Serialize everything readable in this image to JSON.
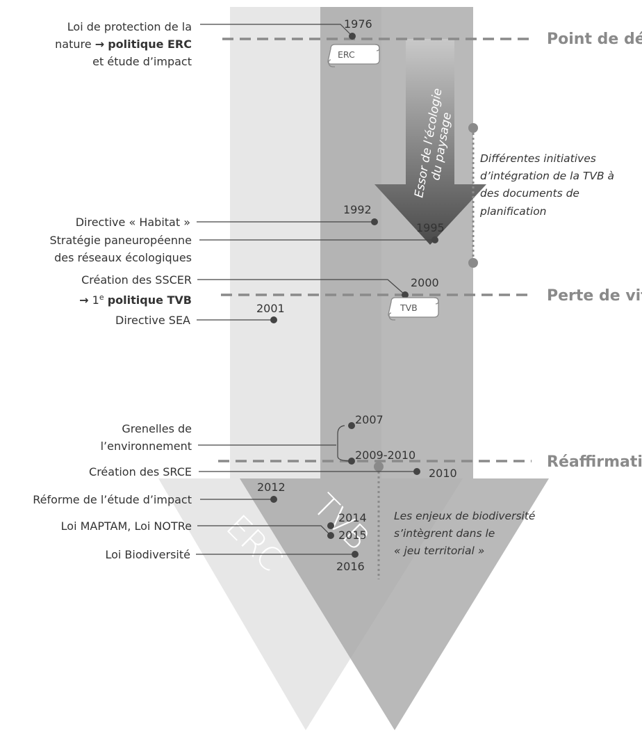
{
  "phases": {
    "start": "Point de départ",
    "slowdown": "Perte de vitesse",
    "reaffirm": "Réaffirmation"
  },
  "arrows": {
    "erc": "ERC",
    "tvb": "TVB",
    "essor_line1": "Essor de l’écologie",
    "essor_line2": "du paysage"
  },
  "tags": {
    "erc": "ERC",
    "tvb": "TVB"
  },
  "events": {
    "loi1976_l1": "Loi de protection de la",
    "loi1976_l2a": "nature",
    "loi1976_arrow": "→",
    "loi1976_l2b": "politique ERC",
    "loi1976_l3": "et étude d’impact",
    "habitat": "Directive « Habitat »",
    "strat_l1": "Stratégie paneuropéenne",
    "strat_l2": "des réseaux écologiques",
    "sscer_l1": "Création des SSCER",
    "sscer_arrow": "→",
    "sscer_num": "1",
    "sscer_sup": "e",
    "sscer_bold": "politique TVB",
    "sea": "Directive SEA",
    "grenelle_l1": "Grenelles de",
    "grenelle_l2": "l’environnement",
    "srce": "Création des SRCE",
    "reforme": "Réforme de l’étude  d’impact",
    "maptam": "Loi MAPTAM, Loi NOTRe",
    "biodiv": "Loi Biodiversité"
  },
  "years": {
    "y1976": "1976",
    "y1992": "1992",
    "y1995": "1995",
    "y2000": "2000",
    "y2001": "2001",
    "y2007": "2007",
    "y2009": "2009-2010",
    "y2010": "2010",
    "y2012": "2012",
    "y2014": "2014",
    "y2015": "2015",
    "y2016": "2016"
  },
  "notes": {
    "init_l1": "Différentes initiatives",
    "init_l2": "d’intégration de la TVB à",
    "init_l3": "des documents de",
    "init_l4": "planification",
    "enjeux_l1": "Les enjeux de biodiversité",
    "enjeux_l2": "s’intègrent dans le",
    "enjeux_l3": "« jeu territorial »"
  }
}
